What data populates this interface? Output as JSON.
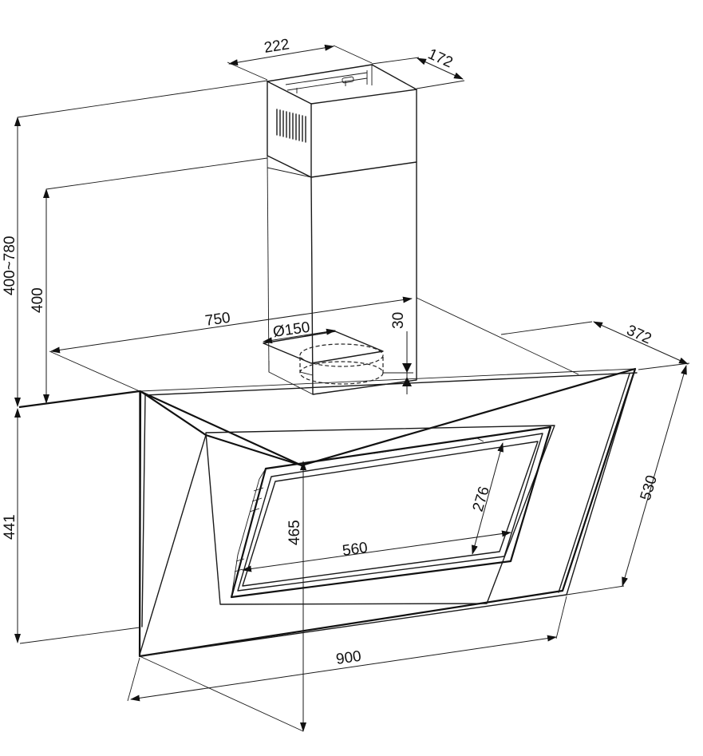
{
  "drawing": {
    "colors": {
      "line": "#1a1a1a",
      "background": "#ffffff"
    },
    "dimensions": {
      "chimney_width": "222",
      "chimney_depth": "172",
      "chimney_height_range": "400~780",
      "chimney_lower_height": "400",
      "hood_depth_top": "750",
      "duct_diameter": "Ø150",
      "duct_offset": "30",
      "hood_side_depth": "372",
      "glass_height": "530",
      "panel_height": "441",
      "filter_height": "465",
      "filter_depth": "276",
      "filter_width": "560",
      "hood_width": "900"
    }
  }
}
